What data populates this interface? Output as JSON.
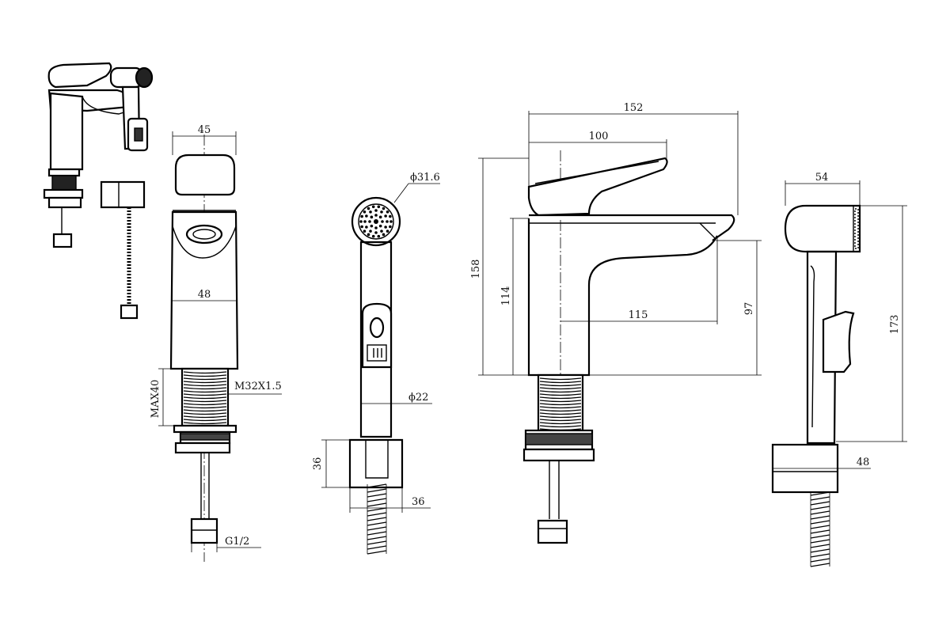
{
  "dimensions": {
    "front_body_width": "45",
    "front_lower_width": "48",
    "thread": "M32X1.5",
    "max_height": "MAX40",
    "connection": "G1/2",
    "sprayer_head_dia": "ϕ31.6",
    "sprayer_handle_dia": "ϕ22",
    "holder_height": "36",
    "holder_width": "36",
    "overall_length": "152",
    "lever_length": "100",
    "overall_height": "158",
    "body_height": "114",
    "spout_reach": "115",
    "spout_height": "97",
    "side_sprayer_width": "54",
    "side_sprayer_height": "173",
    "side_holder_width": "48"
  }
}
